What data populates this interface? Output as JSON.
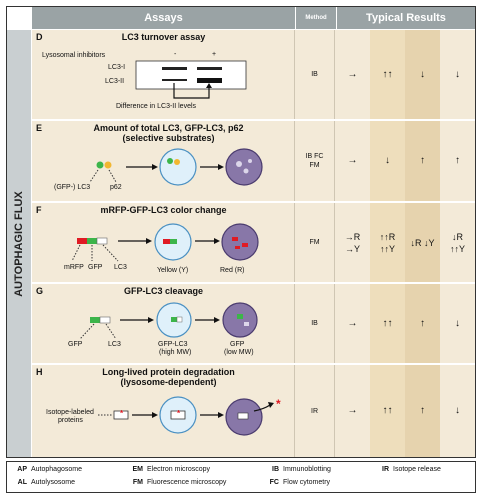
{
  "headers": {
    "assays": "Assays",
    "method": "Method",
    "results": "Typical Results",
    "side": "AUTOPHAGIC FLUX"
  },
  "rows": [
    {
      "letter": "D",
      "title": "LC3 turnover assay",
      "method": "IB",
      "results": [
        "→",
        "↑↑",
        "↓",
        "↓"
      ],
      "labels": {
        "inhibitors": "Lysosomal inhibitors",
        "minus": "-",
        "plus": "+",
        "lc3i": "LC3-I",
        "lc3ii": "LC3-II",
        "diff": "Difference in LC3-II levels"
      }
    },
    {
      "letter": "E",
      "title": "Amount of total LC3, GFP-LC3, p62",
      "subtitle": "(selective substrates)",
      "method": "IB FC FM",
      "results": [
        "→",
        "↓",
        "↑",
        "↑"
      ],
      "labels": {
        "lc3": "(GFP-) LC3",
        "p62": "p62"
      }
    },
    {
      "letter": "F",
      "title": "mRFP-GFP-LC3 color change",
      "method": "FM",
      "results": [
        "→R →Y",
        "↑↑R ↑↑Y",
        "↓R ↓Y",
        "↓R ↑↑Y"
      ],
      "labels": {
        "mrfp": "mRFP",
        "gfp": "GFP",
        "lc3": "LC3",
        "yellow": "Yellow (Y)",
        "red": "Red (R)"
      }
    },
    {
      "letter": "G",
      "title": "GFP-LC3 cleavage",
      "method": "IB",
      "results": [
        "→",
        "↑↑",
        "↑",
        "↓"
      ],
      "labels": {
        "gfp": "GFP",
        "lc3": "LC3",
        "gfplc3": "GFP-LC3",
        "highmw": "(high MW)",
        "gfp2": "GFP",
        "lowmw": "(low MW)"
      }
    },
    {
      "letter": "H",
      "title": "Long-lived protein degradation",
      "subtitle": "(lysosome-dependent)",
      "method": "IR",
      "results": [
        "→",
        "↑↑",
        "↑",
        "↓"
      ],
      "labels": {
        "isotope": "Isotope-labeled",
        "proteins": "proteins",
        "star": "*"
      }
    }
  ],
  "legend": [
    {
      "abbr": "AP",
      "text": "Autophagosome"
    },
    {
      "abbr": "AL",
      "text": "Autolysosome"
    },
    {
      "abbr": "EM",
      "text": "Electron microscopy"
    },
    {
      "abbr": "FM",
      "text": "Fluorescence microscopy"
    },
    {
      "abbr": "IB",
      "text": "Immunoblotting"
    },
    {
      "abbr": "FC",
      "text": "Flow cytometry"
    },
    {
      "abbr": "IR",
      "text": "Isotope release"
    }
  ],
  "colors": {
    "header": "#9aa3a5",
    "side": "#c9cfd1",
    "row": "#f3ead8",
    "col": "#e6d3ae",
    "gfp": "#3cb54a",
    "rfp": "#e01b24",
    "yellow": "#f2b731",
    "lyso": "#6b5a8e"
  }
}
